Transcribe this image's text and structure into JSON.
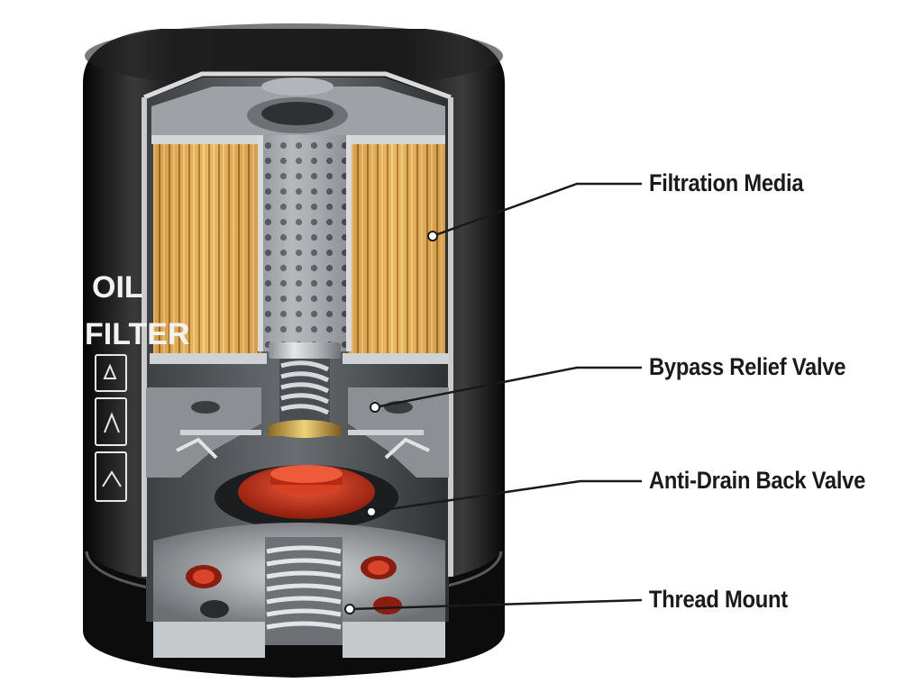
{
  "filter_branding": {
    "line1": "OIL",
    "line2": "FILTER"
  },
  "callouts": [
    {
      "id": "filtration-media",
      "label": "Filtration Media"
    },
    {
      "id": "bypass-relief-valve",
      "label": "Bypass Relief Valve"
    },
    {
      "id": "anti-drain-back-valve",
      "label": "Anti-Drain Back Valve"
    },
    {
      "id": "thread-mount",
      "label": "Thread Mount"
    }
  ],
  "colors": {
    "housing": "#141414",
    "filter_media": "#e0a94c",
    "anti_drain_valve": "#c9331c",
    "brass": "#c9a24a",
    "steel": "#b8bcc0"
  }
}
